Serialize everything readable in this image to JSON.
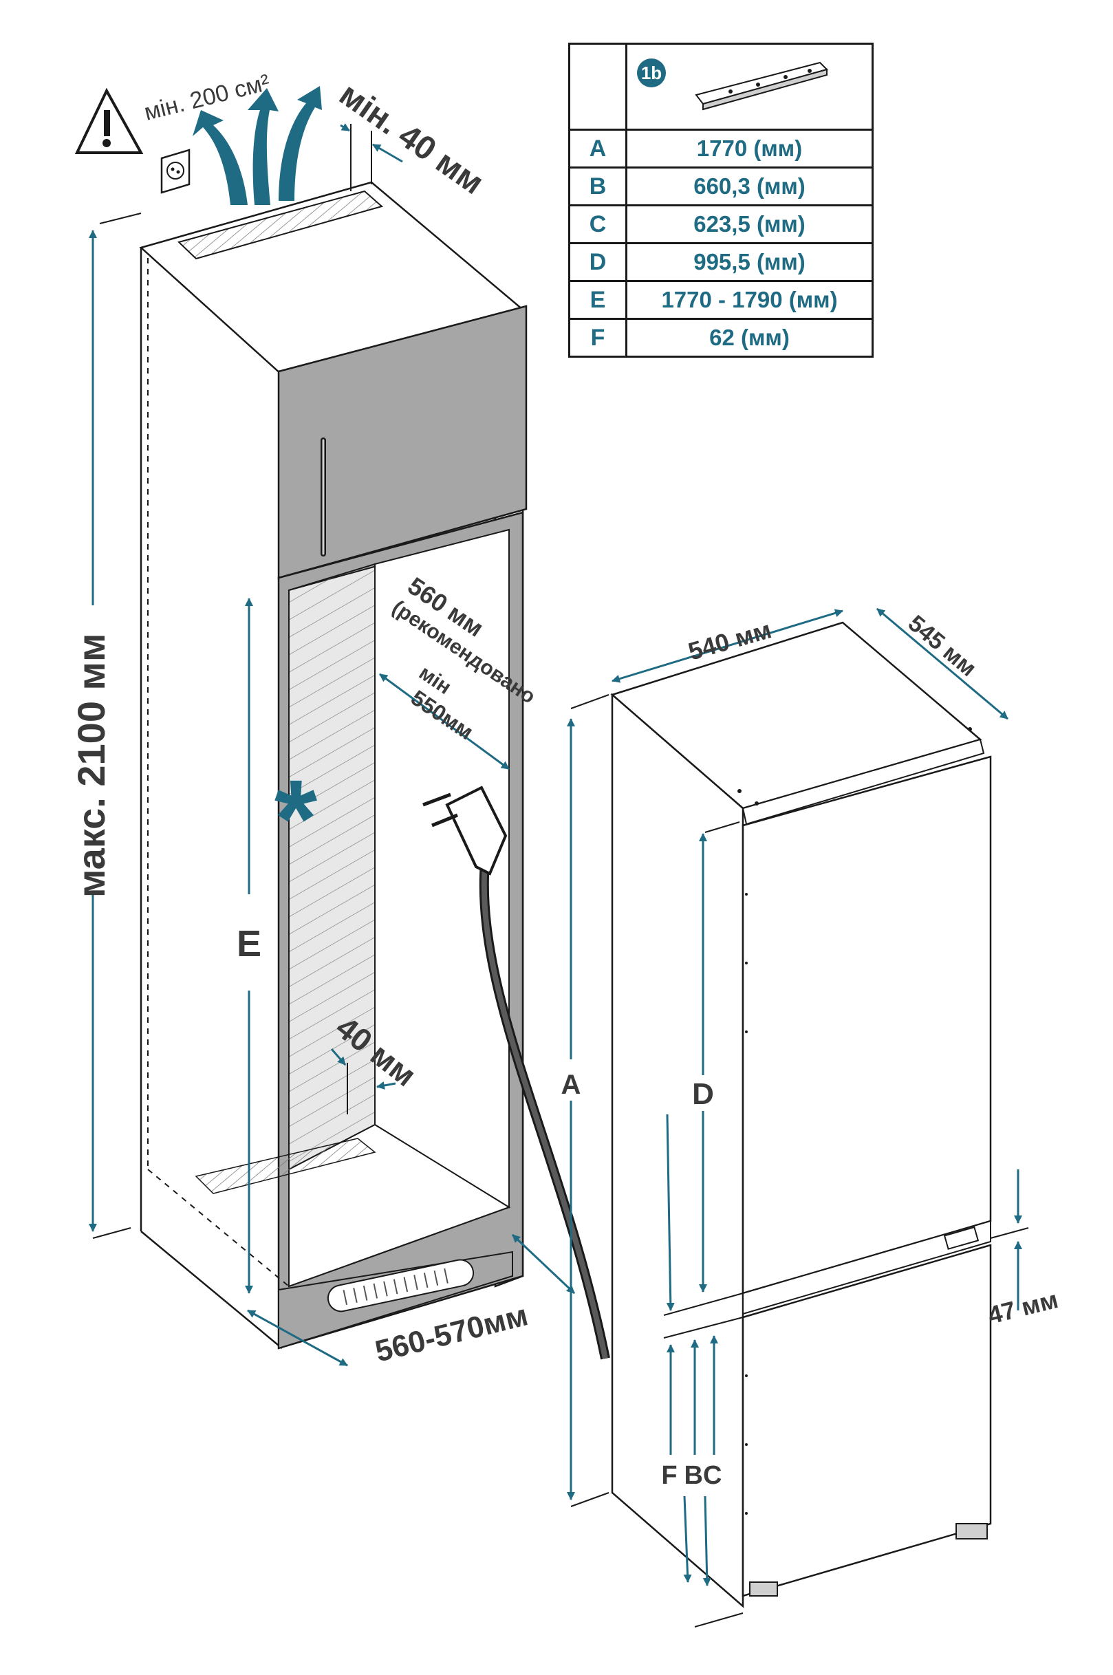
{
  "labels": {
    "vent_area": "мін. 200 см²",
    "top_gap": "мін. 40 мм",
    "max_height": "макс. 2100 мм",
    "depth_recommended_value": "560 мм",
    "depth_recommended_note": "(рекомендовано",
    "depth_min_prefix": "мін",
    "depth_min_value": "550мм",
    "rear_gap": "40 мм",
    "niche_width": "560-570мм",
    "niche_height_letter": "E",
    "appliance_width": "540 мм",
    "appliance_depth": "545 мм",
    "door_gap": "47 мм",
    "dim_a": "A",
    "dim_d": "D",
    "dim_f": "F",
    "dim_bc": "BC",
    "asterisk": "*"
  },
  "table": {
    "header_badge": "1b",
    "rows": [
      {
        "key": "A",
        "value": "1770 (мм)"
      },
      {
        "key": "B",
        "value": "660,3 (мм)"
      },
      {
        "key": "C",
        "value": "623,5 (мм)"
      },
      {
        "key": "D",
        "value": "995,5 (мм)"
      },
      {
        "key": "E",
        "value": "1770 - 1790 (мм)"
      },
      {
        "key": "F",
        "value": "62 (мм)"
      }
    ]
  },
  "colors": {
    "accent": "#1e6b83",
    "line": "#1a1a1a",
    "cabinet_panel": "#a6a6a6",
    "label_text": "#3a3a3a"
  },
  "icons": [
    "warning-icon",
    "power-socket-icon",
    "air-flow-arrows-icon",
    "power-plug-icon",
    "bracket-icon"
  ]
}
